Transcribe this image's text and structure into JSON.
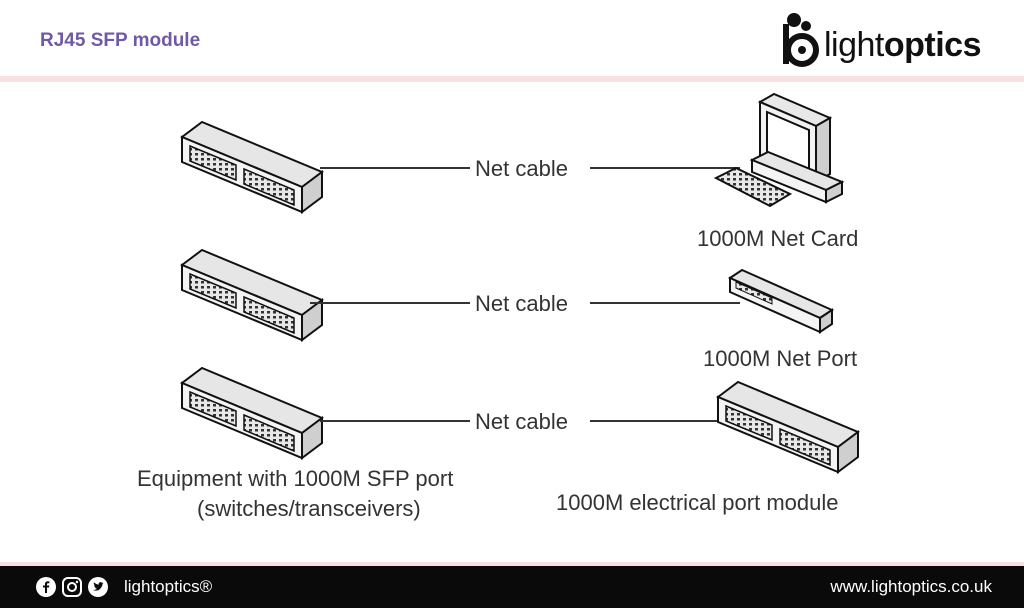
{
  "header": {
    "title": "RJ45 SFP module",
    "logo_text_light": "light",
    "logo_text_bold": "optics"
  },
  "diagram": {
    "rows": [
      {
        "cable_label": "Net cable",
        "right_label": "1000M Net Card",
        "right_icon": "computer-icon"
      },
      {
        "cable_label": "Net cable",
        "right_label": "1000M Net Port",
        "right_icon": "net-port-icon"
      },
      {
        "cable_label": "Net cable",
        "right_label": "1000M electrical port module",
        "right_icon": "switch-icon"
      }
    ],
    "left_label_line1": "Equipment with 1000M SFP port",
    "left_label_line2": "(switches/transceivers)",
    "left_icon": "switch-icon"
  },
  "footer": {
    "social_icons": [
      "facebook-icon",
      "instagram-icon",
      "twitter-icon"
    ],
    "brand": "lightoptics®",
    "url": "www.lightoptics.co.uk"
  },
  "colors": {
    "title": "#6f5aa8",
    "accent_line": "#f8e1e1",
    "footer_bg": "#0a0a0a"
  }
}
